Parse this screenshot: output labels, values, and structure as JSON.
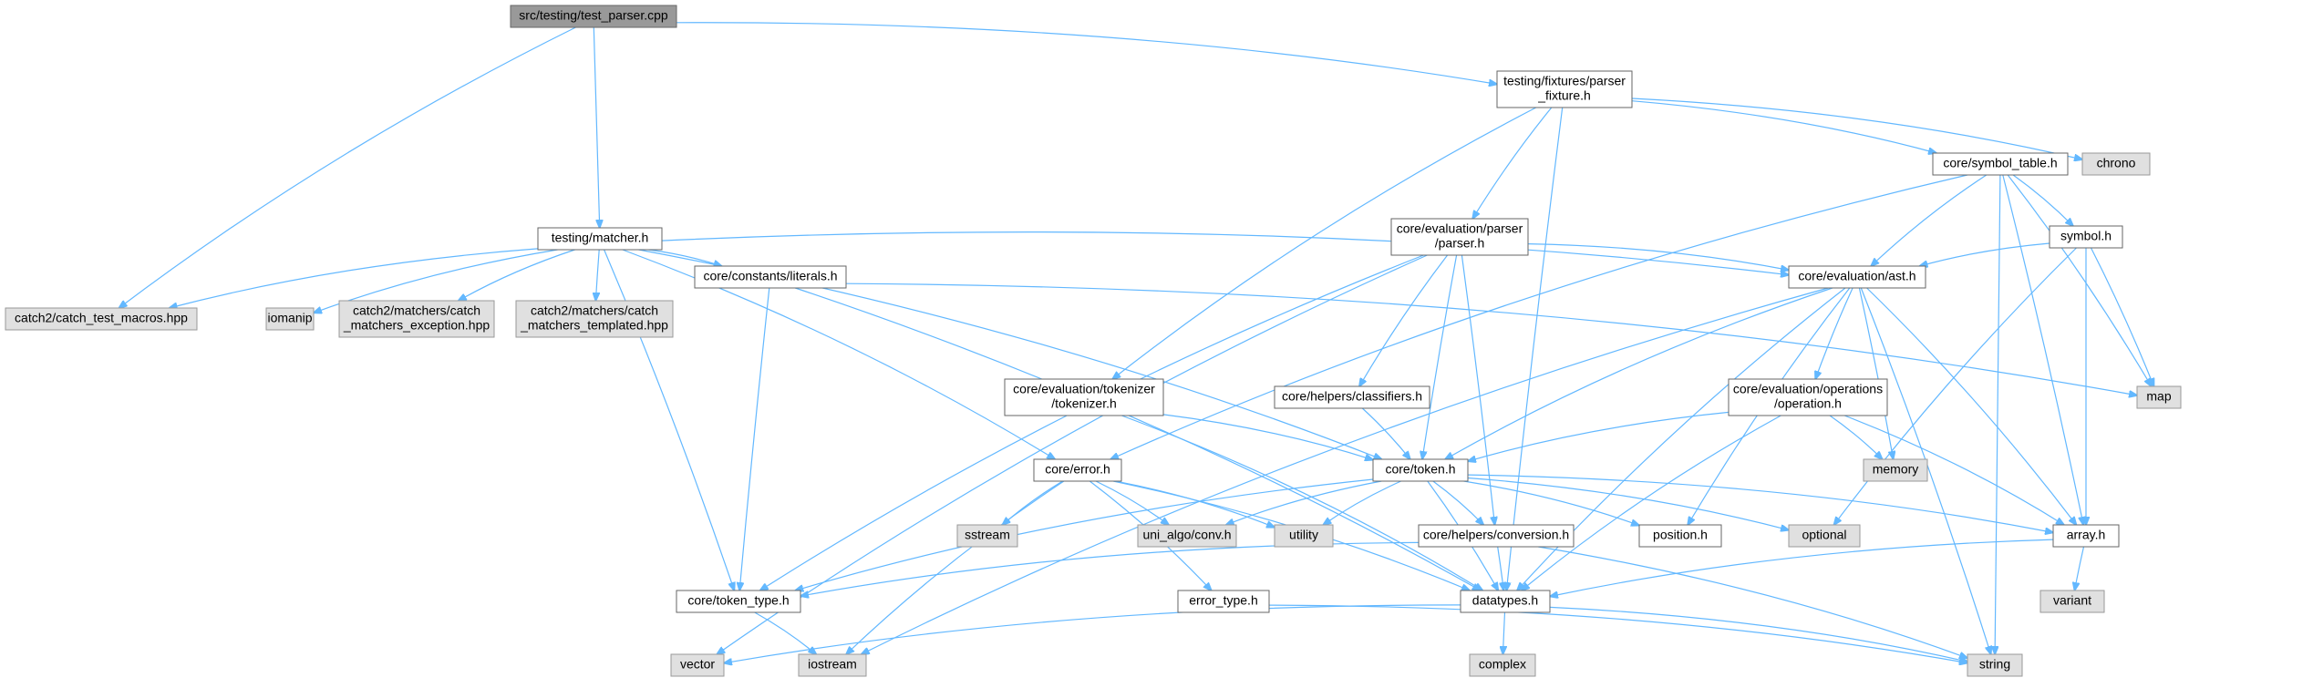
{
  "nodes": [
    {
      "id": "root",
      "kind": "root",
      "lines": [
        "src/testing/test_parser.cpp"
      ]
    },
    {
      "id": "parser_fixture",
      "kind": "local",
      "lines": [
        "testing/fixtures/parser",
        "_fixture.h"
      ]
    },
    {
      "id": "matcher",
      "kind": "local",
      "lines": [
        "testing/matcher.h"
      ]
    },
    {
      "id": "catch_test_macros",
      "kind": "ext",
      "lines": [
        "catch2/catch_test_macros.hpp"
      ]
    },
    {
      "id": "iomanip",
      "kind": "ext",
      "lines": [
        "iomanip"
      ]
    },
    {
      "id": "catch_matchers_exception",
      "kind": "ext",
      "lines": [
        "catch2/matchers/catch",
        "_matchers_exception.hpp"
      ]
    },
    {
      "id": "catch_matchers_templated",
      "kind": "ext",
      "lines": [
        "catch2/matchers/catch",
        "_matchers_templated.hpp"
      ]
    },
    {
      "id": "literals",
      "kind": "local",
      "lines": [
        "core/constants/literals.h"
      ]
    },
    {
      "id": "chrono",
      "kind": "ext",
      "lines": [
        "chrono"
      ]
    },
    {
      "id": "symbol_table",
      "kind": "local",
      "lines": [
        "core/symbol_table.h"
      ]
    },
    {
      "id": "parser_h",
      "kind": "local",
      "lines": [
        "core/evaluation/parser",
        "/parser.h"
      ]
    },
    {
      "id": "symbol_h",
      "kind": "local",
      "lines": [
        "symbol.h"
      ]
    },
    {
      "id": "ast_h",
      "kind": "local",
      "lines": [
        "core/evaluation/ast.h"
      ]
    },
    {
      "id": "map",
      "kind": "ext",
      "lines": [
        "map"
      ]
    },
    {
      "id": "tokenizer_h",
      "kind": "local",
      "lines": [
        "core/evaluation/tokenizer",
        "/tokenizer.h"
      ]
    },
    {
      "id": "classifiers_h",
      "kind": "local",
      "lines": [
        "core/helpers/classifiers.h"
      ]
    },
    {
      "id": "operation_h",
      "kind": "local",
      "lines": [
        "core/evaluation/operations",
        "/operation.h"
      ]
    },
    {
      "id": "memory",
      "kind": "ext",
      "lines": [
        "memory"
      ]
    },
    {
      "id": "error_h",
      "kind": "local",
      "lines": [
        "core/error.h"
      ]
    },
    {
      "id": "token_h",
      "kind": "local",
      "lines": [
        "core/token.h"
      ]
    },
    {
      "id": "sstream",
      "kind": "ext",
      "lines": [
        "sstream"
      ]
    },
    {
      "id": "uni_algo",
      "kind": "ext",
      "lines": [
        "uni_algo/conv.h"
      ]
    },
    {
      "id": "utility",
      "kind": "ext",
      "lines": [
        "utility"
      ]
    },
    {
      "id": "conversion_h",
      "kind": "local",
      "lines": [
        "core/helpers/conversion.h"
      ]
    },
    {
      "id": "position_h",
      "kind": "local",
      "lines": [
        "position.h"
      ]
    },
    {
      "id": "optional",
      "kind": "ext",
      "lines": [
        "optional"
      ]
    },
    {
      "id": "array_h",
      "kind": "local",
      "lines": [
        "array.h"
      ]
    },
    {
      "id": "token_type_h",
      "kind": "local",
      "lines": [
        "core/token_type.h"
      ]
    },
    {
      "id": "error_type_h",
      "kind": "local",
      "lines": [
        "error_type.h"
      ]
    },
    {
      "id": "datatypes_h",
      "kind": "local",
      "lines": [
        "datatypes.h"
      ]
    },
    {
      "id": "variant",
      "kind": "ext",
      "lines": [
        "variant"
      ]
    },
    {
      "id": "vector",
      "kind": "ext",
      "lines": [
        "vector"
      ]
    },
    {
      "id": "iostream",
      "kind": "ext",
      "lines": [
        "iostream"
      ]
    },
    {
      "id": "complex",
      "kind": "ext",
      "lines": [
        "complex"
      ]
    },
    {
      "id": "string",
      "kind": "ext",
      "lines": [
        "string"
      ]
    }
  ],
  "edges": [
    [
      "root",
      "parser_fixture"
    ],
    [
      "root",
      "matcher"
    ],
    [
      "root",
      "catch_test_macros"
    ],
    [
      "parser_fixture",
      "tokenizer_h"
    ],
    [
      "parser_fixture",
      "parser_h"
    ],
    [
      "parser_fixture",
      "datatypes_h"
    ],
    [
      "parser_fixture",
      "symbol_table"
    ],
    [
      "parser_fixture",
      "chrono"
    ],
    [
      "symbol_table",
      "error_h"
    ],
    [
      "symbol_table",
      "ast_h"
    ],
    [
      "symbol_table",
      "symbol_h"
    ],
    [
      "symbol_table",
      "map"
    ],
    [
      "symbol_table",
      "array_h"
    ],
    [
      "symbol_table",
      "string"
    ],
    [
      "matcher",
      "catch_test_macros"
    ],
    [
      "matcher",
      "iomanip"
    ],
    [
      "matcher",
      "catch_matchers_exception"
    ],
    [
      "matcher",
      "catch_matchers_templated"
    ],
    [
      "matcher",
      "literals"
    ],
    [
      "matcher",
      "token_type_h"
    ],
    [
      "matcher",
      "error_h"
    ],
    [
      "matcher",
      "token_h"
    ],
    [
      "matcher",
      "ast_h"
    ],
    [
      "parser_h",
      "vector"
    ],
    [
      "parser_h",
      "token_type_h"
    ],
    [
      "parser_h",
      "classifiers_h"
    ],
    [
      "parser_h",
      "token_h"
    ],
    [
      "parser_h",
      "conversion_h"
    ],
    [
      "parser_h",
      "ast_h"
    ],
    [
      "symbol_h",
      "ast_h"
    ],
    [
      "symbol_h",
      "optional"
    ],
    [
      "symbol_h",
      "map"
    ],
    [
      "symbol_h",
      "array_h"
    ],
    [
      "literals",
      "token_type_h"
    ],
    [
      "literals",
      "datatypes_h"
    ],
    [
      "literals",
      "map"
    ],
    [
      "ast_h",
      "token_h"
    ],
    [
      "ast_h",
      "operation_h"
    ],
    [
      "ast_h",
      "memory"
    ],
    [
      "ast_h",
      "position_h"
    ],
    [
      "ast_h",
      "datatypes_h"
    ],
    [
      "ast_h",
      "iostream"
    ],
    [
      "ast_h",
      "string"
    ],
    [
      "ast_h",
      "array_h"
    ],
    [
      "operation_h",
      "token_h"
    ],
    [
      "operation_h",
      "memory"
    ],
    [
      "operation_h",
      "array_h"
    ],
    [
      "operation_h",
      "datatypes_h"
    ],
    [
      "tokenizer_h",
      "token_h"
    ],
    [
      "tokenizer_h",
      "datatypes_h"
    ],
    [
      "classifiers_h",
      "token_h"
    ],
    [
      "error_h",
      "sstream"
    ],
    [
      "error_h",
      "uni_algo"
    ],
    [
      "error_h",
      "utility"
    ],
    [
      "error_h",
      "error_type_h"
    ],
    [
      "error_h",
      "datatypes_h"
    ],
    [
      "error_h",
      "iostream"
    ],
    [
      "token_h",
      "uni_algo"
    ],
    [
      "token_h",
      "utility"
    ],
    [
      "token_h",
      "conversion_h"
    ],
    [
      "token_h",
      "position_h"
    ],
    [
      "token_h",
      "optional"
    ],
    [
      "token_h",
      "array_h"
    ],
    [
      "token_h",
      "token_type_h"
    ],
    [
      "token_h",
      "datatypes_h"
    ],
    [
      "conversion_h",
      "token_type_h"
    ],
    [
      "conversion_h",
      "datatypes_h"
    ],
    [
      "conversion_h",
      "string"
    ],
    [
      "array_h",
      "datatypes_h"
    ],
    [
      "array_h",
      "variant"
    ],
    [
      "token_type_h",
      "iostream"
    ],
    [
      "error_type_h",
      "string"
    ],
    [
      "datatypes_h",
      "vector"
    ],
    [
      "datatypes_h",
      "complex"
    ],
    [
      "datatypes_h",
      "string"
    ]
  ]
}
